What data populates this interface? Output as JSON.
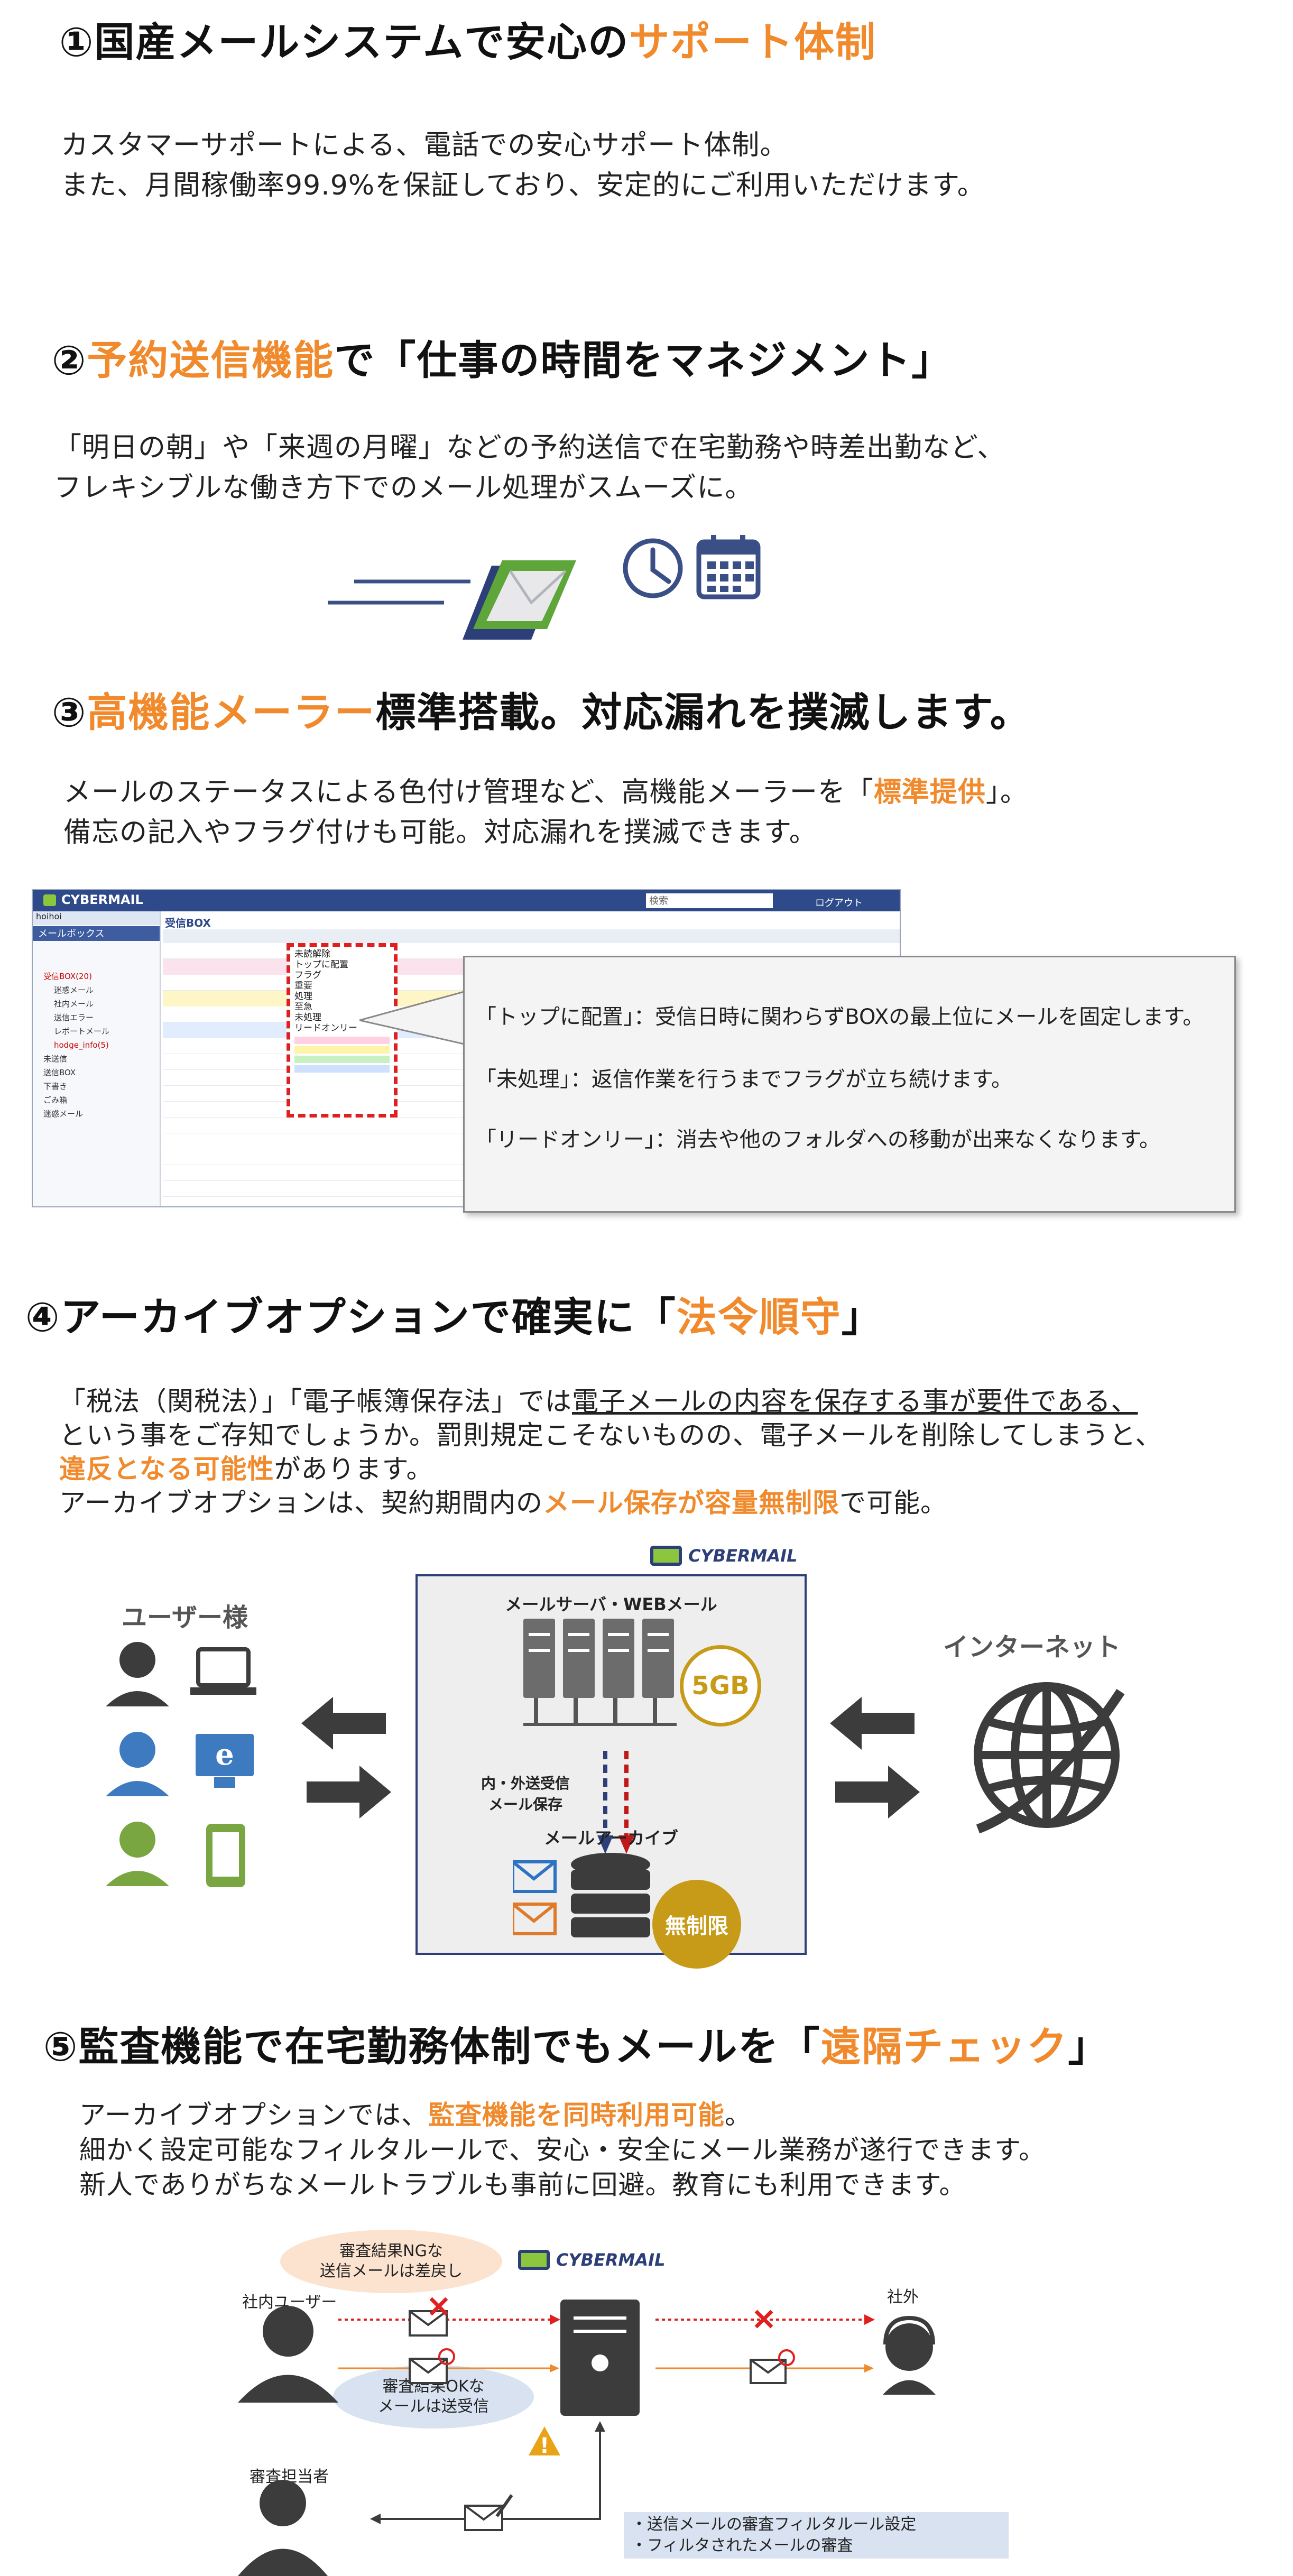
{
  "s1": {
    "title_a": "①国産メールシステムで安心の",
    "title_b": "サポート体制",
    "line1": "カスタマーサポートによる、電話での安心サポート体制。",
    "line2": "また、月間稼働率99.9%を保証しており、安定的にご利用いただけます。"
  },
  "s2": {
    "title_a": "②",
    "title_b": "予約送信機能",
    "title_c": "で「仕事の時間をマネジメント」",
    "line1": "「明日の朝」や「来週の月曜」などの予約送信で在宅勤務や時差出勤など、",
    "line2": "フレキシブルな働き方下でのメール処理がスムーズに。"
  },
  "s3": {
    "title_a": "③",
    "title_b": "高機能メーラー",
    "title_c": "標準搭載。対応漏れを撲滅します。",
    "line1_a": "メールのステータスによる色付け管理など、高機能メーラーを「",
    "line1_b": "標準提供",
    "line1_c": "」。",
    "line2": "備忘の記入やフラグ付けも可能。対応漏れを撲滅できます。",
    "screenshot": {
      "logo": "CYBERMAIL",
      "search_placeholder": "検索",
      "logout": "ログアウト",
      "folder_title": "受信BOX",
      "sidebar_title": "メールボックス",
      "account": "hoihoi",
      "folders": [
        "受信BOX(20)",
        "迷惑メール",
        "社内メール",
        "送信エラー",
        "レポートメール",
        "hodge_info(5)",
        "未送信",
        "送信BOX",
        "下書き",
        "ごみ箱",
        "迷惑メール"
      ],
      "context_menu": [
        "未読解除",
        "トップに配置",
        "フラグ",
        "重要",
        "処理",
        "至急",
        "未処理",
        "リードオンリー"
      ]
    },
    "callout": [
      "「トップに配置」：受信日時に関わらずBOXの最上位にメールを固定します。",
      "「未処理」：返信作業を行うまでフラグが立ち続けます。",
      "「リードオンリー」：消去や他のフォルダへの移動が出来なくなります。"
    ]
  },
  "s4": {
    "title_a": "④アーカイブオプションで確実に「",
    "title_b": "法令順守",
    "title_c": "」",
    "line1_a": "「税法（関税法）」「電子帳簿保存法」では",
    "line1_b": "電子メールの内容を保存する事が要件である、",
    "line2": "という事をご存知でしょうか。罰則規定こそないものの、電子メールを削除してしまうと、",
    "line3_a": "違反となる可能性",
    "line3_b": "があります。",
    "line4_a": "アーカイブオプションは、契約期間内の",
    "line4_b": "メール保存が容量無制限",
    "line4_c": "で可能。",
    "diagram": {
      "logo": "CYBERMAIL",
      "users_label": "ユーザー様",
      "internet_label": "インターネット",
      "server_label": "メールサーバ・WEBメール",
      "capacity": "5GB",
      "flow_label_1": "内・外送受信",
      "flow_label_2": "メール保存",
      "archive_label": "メールアーカイブ",
      "unlimited": "無制限"
    }
  },
  "s5": {
    "title_a": "⑤監査機能で在宅勤務体制でもメールを「",
    "title_b": "遠隔チェック",
    "title_c": "」",
    "line1_a": "アーカイブオプションでは、",
    "line1_b": "監査機能を同時利用可能",
    "line1_c": "。",
    "line2": "細かく設定可能なフィルタルールで、安心・安全にメール業務が遂行できます。",
    "line3": "新人でありがちなメールトラブルも事前に回避。教育にも利用できます。",
    "diagram": {
      "logo": "CYBERMAIL",
      "ng_bubble_1": "審査結果NGな",
      "ng_bubble_2": "送信メールは差戻し",
      "ok_bubble_1": "審査結果OKな",
      "ok_bubble_2": "メールは送受信",
      "internal_user": "社内ユーザー",
      "external": "社外",
      "reviewer": "審査担当者",
      "note_1": "・送信メールの審査フィルタルール設定",
      "note_2": "・フィルタされたメールの審査"
    }
  },
  "colors": {
    "accent": "#f08a2c",
    "navy": "#2c3f78",
    "gold": "#c79a17",
    "red": "#e02020"
  }
}
